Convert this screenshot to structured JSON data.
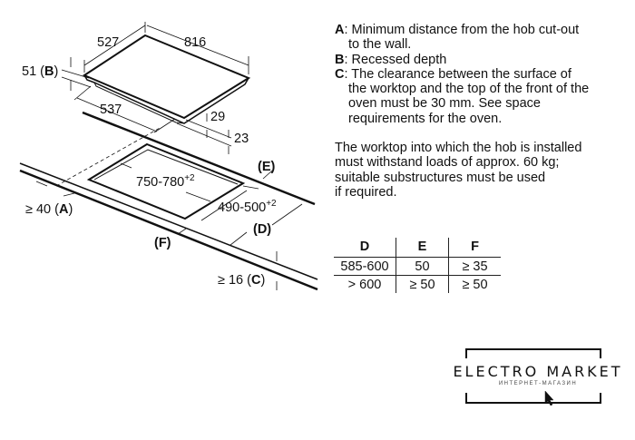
{
  "diagram": {
    "dim_width": "527",
    "dim_length": "816",
    "dim_b": "51 (",
    "dim_b_letter": "B",
    "dim_b_close": ")",
    "dim_depth": "537",
    "dim_29": "29",
    "dim_23": "23",
    "cutout_length": "750-780",
    "cutout_length_tol": "+2",
    "cutout_width": "490-500",
    "cutout_width_tol": "+2",
    "label_e": "(E)",
    "label_d": "(D)",
    "label_f": "(F)",
    "dim_a": "≥ 40 (",
    "dim_a_letter": "A",
    "dim_a_close": ")",
    "dim_c": "≥ 16 (",
    "dim_c_letter": "C",
    "dim_c_close": ")"
  },
  "notes": {
    "a_key": "A",
    "a_text": ": Minimum distance from the hob cut-out",
    "a_text2": "to the wall.",
    "b_key": "B",
    "b_text": ": Recessed depth",
    "c_key": "C",
    "c_text": ": The clearance between the surface of",
    "c_text2": "the worktop and the top of the front of the",
    "c_text3": "oven must be 30 mm. See space",
    "c_text4": "requirements for the oven.",
    "load_1": "The worktop into which the hob is installed",
    "load_2": "must withstand loads of approx. 60 kg;",
    "load_3": "suitable substructures must be used",
    "load_4": "if required."
  },
  "table": {
    "headers": [
      "D",
      "E",
      "F"
    ],
    "rows": [
      [
        "585-600",
        "50",
        "≥ 35"
      ],
      [
        "> 600",
        "≥ 50",
        "≥ 50"
      ]
    ]
  },
  "logo": {
    "name": "ELECTRO MARKET",
    "subtitle": "ИНТЕРНЕТ-МАГАЗИН"
  }
}
